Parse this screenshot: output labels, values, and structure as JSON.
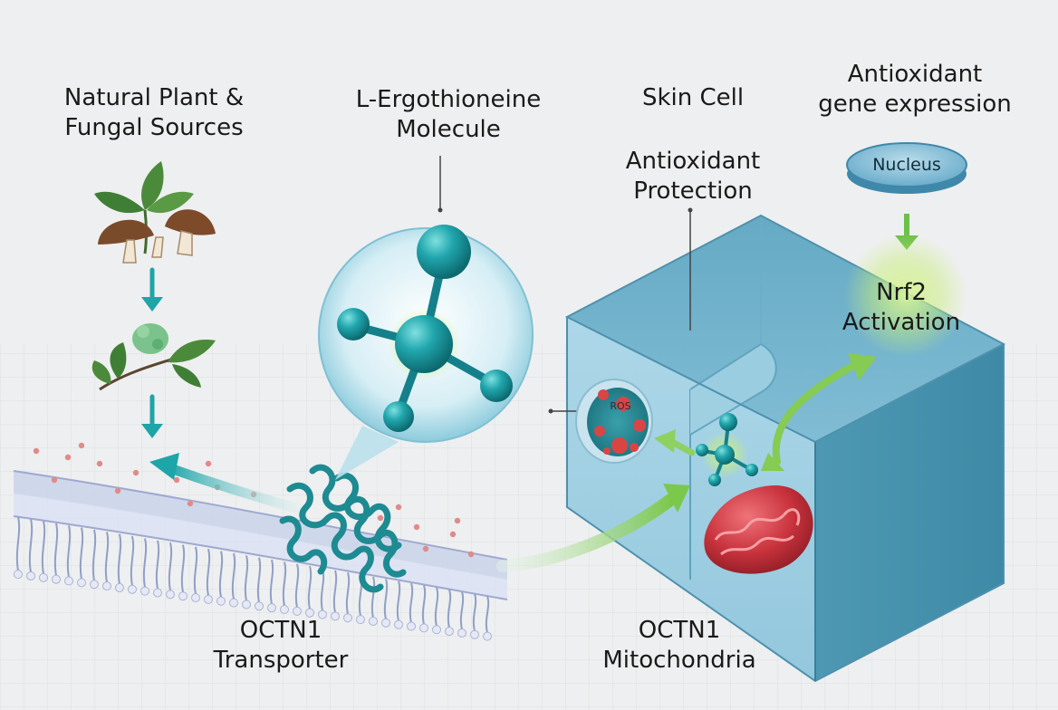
{
  "labels": {
    "sources": [
      "Natural Plant &",
      "Fungal Sources"
    ],
    "molecule": [
      "L-Ergothioneine",
      "Molecule"
    ],
    "skin_cell": "Skin Cell",
    "protection": [
      "Antioxidant",
      "Protection"
    ],
    "gene_expression": [
      "Antioxidant",
      "gene expression"
    ],
    "nucleus": "Nucleus",
    "nrf2": [
      "Nrf2",
      "Activation"
    ],
    "transporter": [
      "OCTN1",
      "Transporter"
    ],
    "mitochondria": [
      "OCTN1",
      "Mitochondria"
    ],
    "ros": "ROS"
  },
  "colors": {
    "teal": "#1f9aa0",
    "teal_dark": "#0f6d73",
    "green_arrow": "#7ac74a",
    "cell_blue": "#8cc4db",
    "mito_red": "#c8323c",
    "ros_red": "#d94545"
  },
  "icons": [
    "leaf-icon",
    "mushroom-icon",
    "sprout-icon",
    "molecule-icon",
    "mitochondria-icon"
  ]
}
